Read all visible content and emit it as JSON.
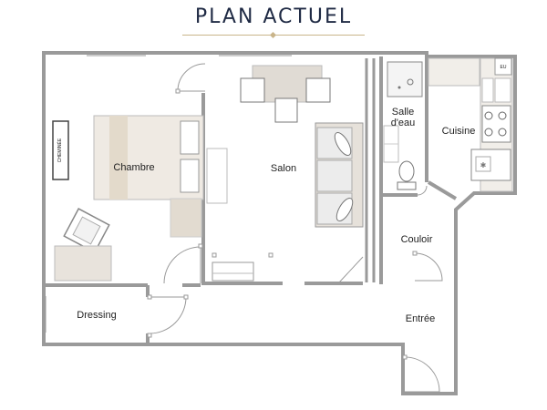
{
  "title": "PLAN ACTUEL",
  "rooms": {
    "chambre": "Chambre",
    "salon": "Salon",
    "salle_deau_line1": "Salle",
    "salle_deau_line2": "d'eau",
    "cuisine": "Cuisine",
    "couloir": "Couloir",
    "dressing": "Dressing",
    "entree": "Entrée"
  },
  "fixtures": {
    "fireplace": "CHEMINÉE",
    "water_heater": "EU"
  },
  "colors": {
    "title": "#1f2a44",
    "accent": "#c9b48a",
    "wall": "#9a9a9a",
    "furniture": "#e8e3dc"
  }
}
